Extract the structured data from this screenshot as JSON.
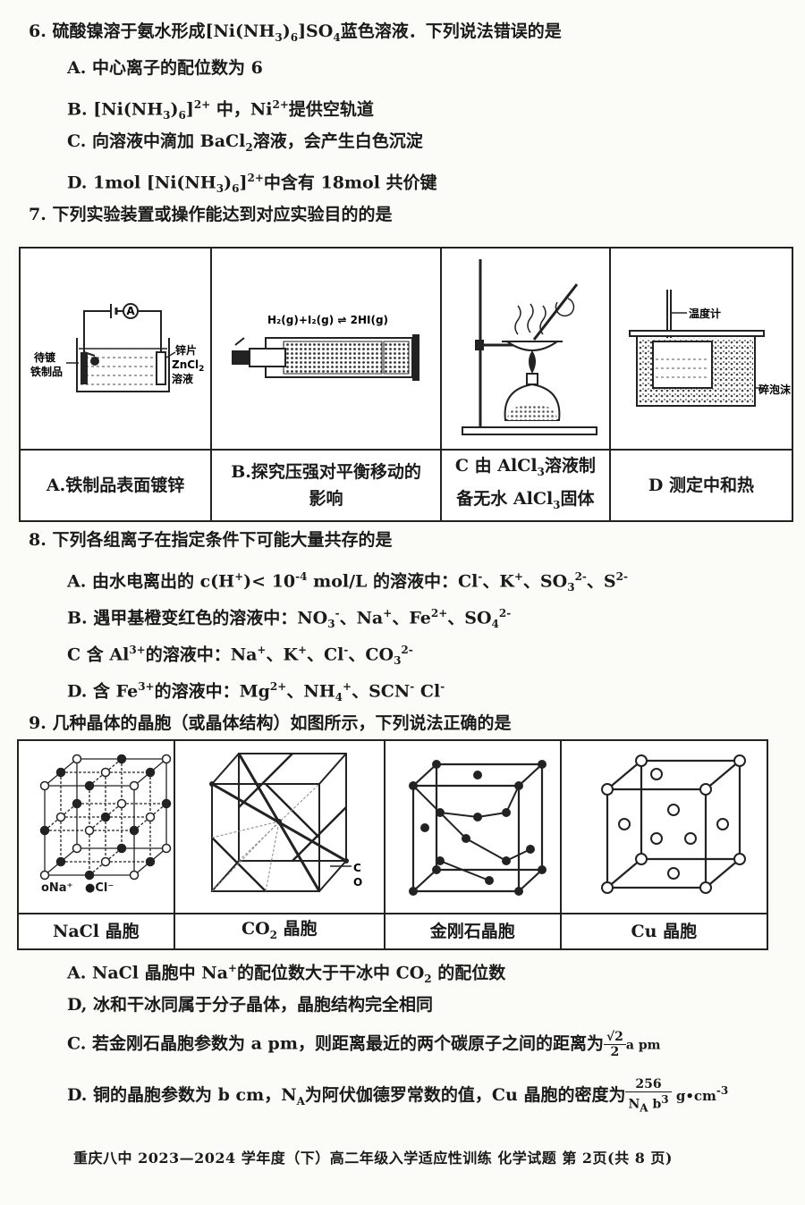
{
  "q6": {
    "stem_a": "6. 硫酸镍溶于氨水形成[Ni(NH",
    "stem_b": ")",
    "stem_c": "]SO",
    "stem_d": "蓝色溶液．下列说法错误的是",
    "sub3": "3",
    "sub6": "6",
    "sub4": "4",
    "A": "A. 中心离子的配位数为 6",
    "B_a": "B. [Ni(NH",
    "B_b": ")",
    "B_c": "]",
    "B_sup": "2+",
    "B_d": " 中，Ni",
    "B_sup2": "2+",
    "B_e": "提供空轨道",
    "C_a": "C. 向溶液中滴加 BaCl",
    "C_sub": "2",
    "C_b": "溶液，会产生白色沉淀",
    "D_a": "D. 1mol [Ni(NH",
    "D_b": ")",
    "D_c": "]",
    "D_sup": "2+",
    "D_d": "中含有 18mol 共价键"
  },
  "q7": {
    "stem": "7. 下列实验装置或操作能达到对应实验目的的是",
    "capA": "A.铁制品表面镀锌",
    "capB1": "B.探究压强对平衡移动的",
    "capB2": "影响",
    "capC1a": "C 由 AlCl",
    "capC1b": "溶液制",
    "capC2a": "备无水 AlCl",
    "capC2b": "固体",
    "capD": "D 测定中和热",
    "labelsA": {
      "left1": "待镀",
      "left2": "铁制品",
      "right1": "锌片",
      "right2a": "ZnCl",
      "right2b": "2",
      "right3": "溶液",
      "meter": "A"
    },
    "labelB": "H₂(g)+I₂(g) ⇌ 2HI(g)",
    "labelsD": {
      "thermo": "温度计",
      "foam": "碎泡沫"
    }
  },
  "q8": {
    "stem": "8. 下列各组离子在指定条件下可能大量共存的是",
    "A_a": "A. 由水电离出的 c(H",
    "A_b": ")< 10",
    "A_exp": "-4",
    "A_c": " mol/L 的溶液中：Cl",
    "A_d": "、K",
    "A_e": "、SO",
    "A_f": "、S",
    "B_a": "B. 遇甲基橙变红色的溶液中：NO",
    "B_b": "、Na",
    "B_c": "、Fe",
    "B_d": "、SO",
    "C_a": "C  含 Al",
    "C_b": "的溶液中：Na",
    "C_c": "、K",
    "C_d": "、Cl",
    "C_e": "、CO",
    "D_a": "D. 含 Fe",
    "D_b": "的溶液中：Mg",
    "D_c": "、NH",
    "D_d": "、SCN",
    "D_e": "  Cl"
  },
  "q9": {
    "stem": "9. 几种晶体的晶胞（或晶体结构）如图所示，下列说法正确的是",
    "cap1": "NaCl 晶胞",
    "cap2a": "CO",
    "cap2sub": "2",
    "cap2b": " 晶胞",
    "cap3": "金刚石晶胞",
    "cap4": "Cu 晶胞",
    "legendNa": "oNa⁺",
    "legendCl": "●Cl⁻",
    "labelC": "C",
    "labelO": "O",
    "A_a": "A. NaCl 晶胞中 Na",
    "A_sup": "+",
    "A_b": "的配位数大于干冰中 CO",
    "A_sub": "2",
    "A_c": " 的配位数",
    "B": "D, 冰和干冰同属于分子晶体，晶胞结构完全相同",
    "C_a": "C. 若金刚石晶胞参数为 a pm，则距离最近的两个碳原子之间的距离为",
    "C_num": "√2",
    "C_den": "2",
    "C_unit": "a pm",
    "D_a": "D. 铜的晶胞参数为 b cm，N",
    "D_sub": "A",
    "D_b": "为阿伏伽德罗常数的值，Cu 晶胞的密度为",
    "D_num": "256",
    "D_den": "N",
    "D_den_sub": "A",
    "D_den_b": " b",
    "D_den_sup": "3",
    "D_unit": " g•cm",
    "D_unit_sup": "-3"
  },
  "footer": "重庆八中 2023—2024 学年度（下）高二年级入学适应性训练 化学试题  第 2页(共 8 页)"
}
